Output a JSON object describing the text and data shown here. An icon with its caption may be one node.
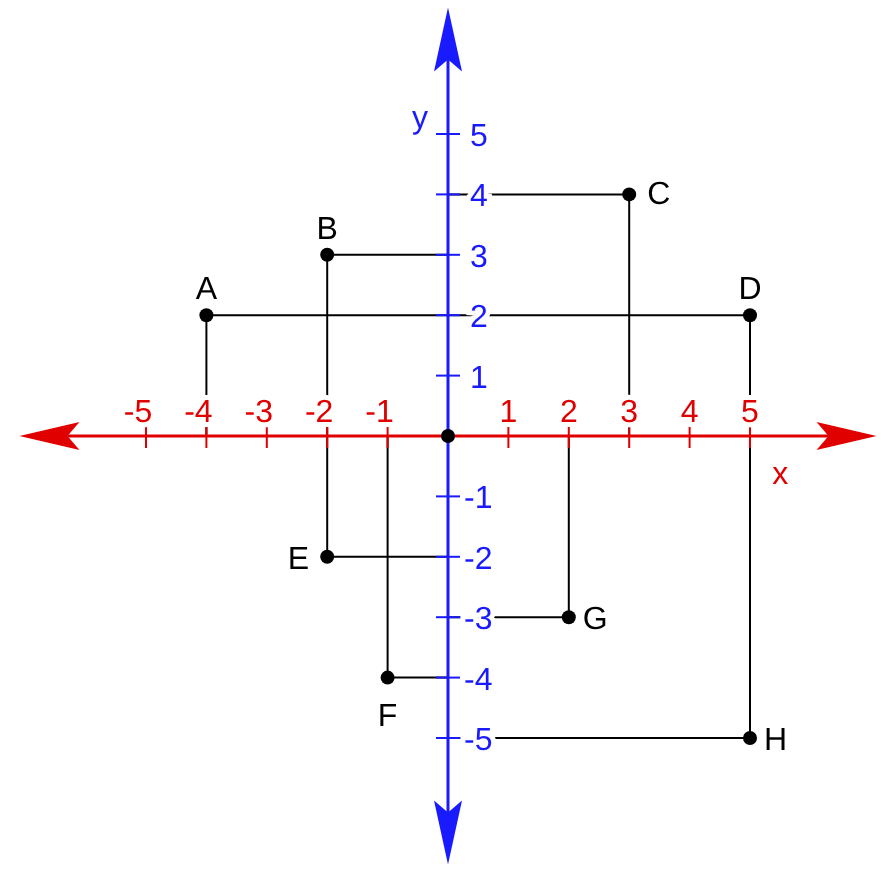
{
  "diagram": {
    "chart_data": {
      "type": "scatter",
      "xlabel": "x",
      "ylabel": "y",
      "x": [
        -4,
        -2,
        3,
        5,
        -2,
        -1,
        2,
        5,
        0
      ],
      "series": [
        {
          "color": "#000000",
          "values": [
            2,
            3,
            4,
            2,
            -2,
            -4,
            -3,
            -5,
            0
          ]
        }
      ],
      "xlim": [
        -6.3,
        6.3
      ],
      "ylim": [
        -6.3,
        6.3
      ],
      "xticks": [
        -5,
        -4,
        -3,
        -2,
        -1,
        1,
        2,
        3,
        4,
        5
      ],
      "yticks": [
        -5,
        -4,
        -3,
        -2,
        -1,
        1,
        2,
        3,
        4,
        5
      ],
      "annotations": [
        {
          "x": -4,
          "y": 2,
          "text": "A"
        },
        {
          "x": -2,
          "y": 3,
          "text": "B"
        },
        {
          "x": 3,
          "y": 4,
          "text": "C"
        },
        {
          "x": 5,
          "y": 2,
          "text": "D"
        },
        {
          "x": -2,
          "y": -2,
          "text": "E"
        },
        {
          "x": -1,
          "y": -4,
          "text": "F"
        },
        {
          "x": 2,
          "y": -3,
          "text": "G"
        },
        {
          "x": 5,
          "y": -5,
          "text": "H"
        }
      ]
    }
  }
}
